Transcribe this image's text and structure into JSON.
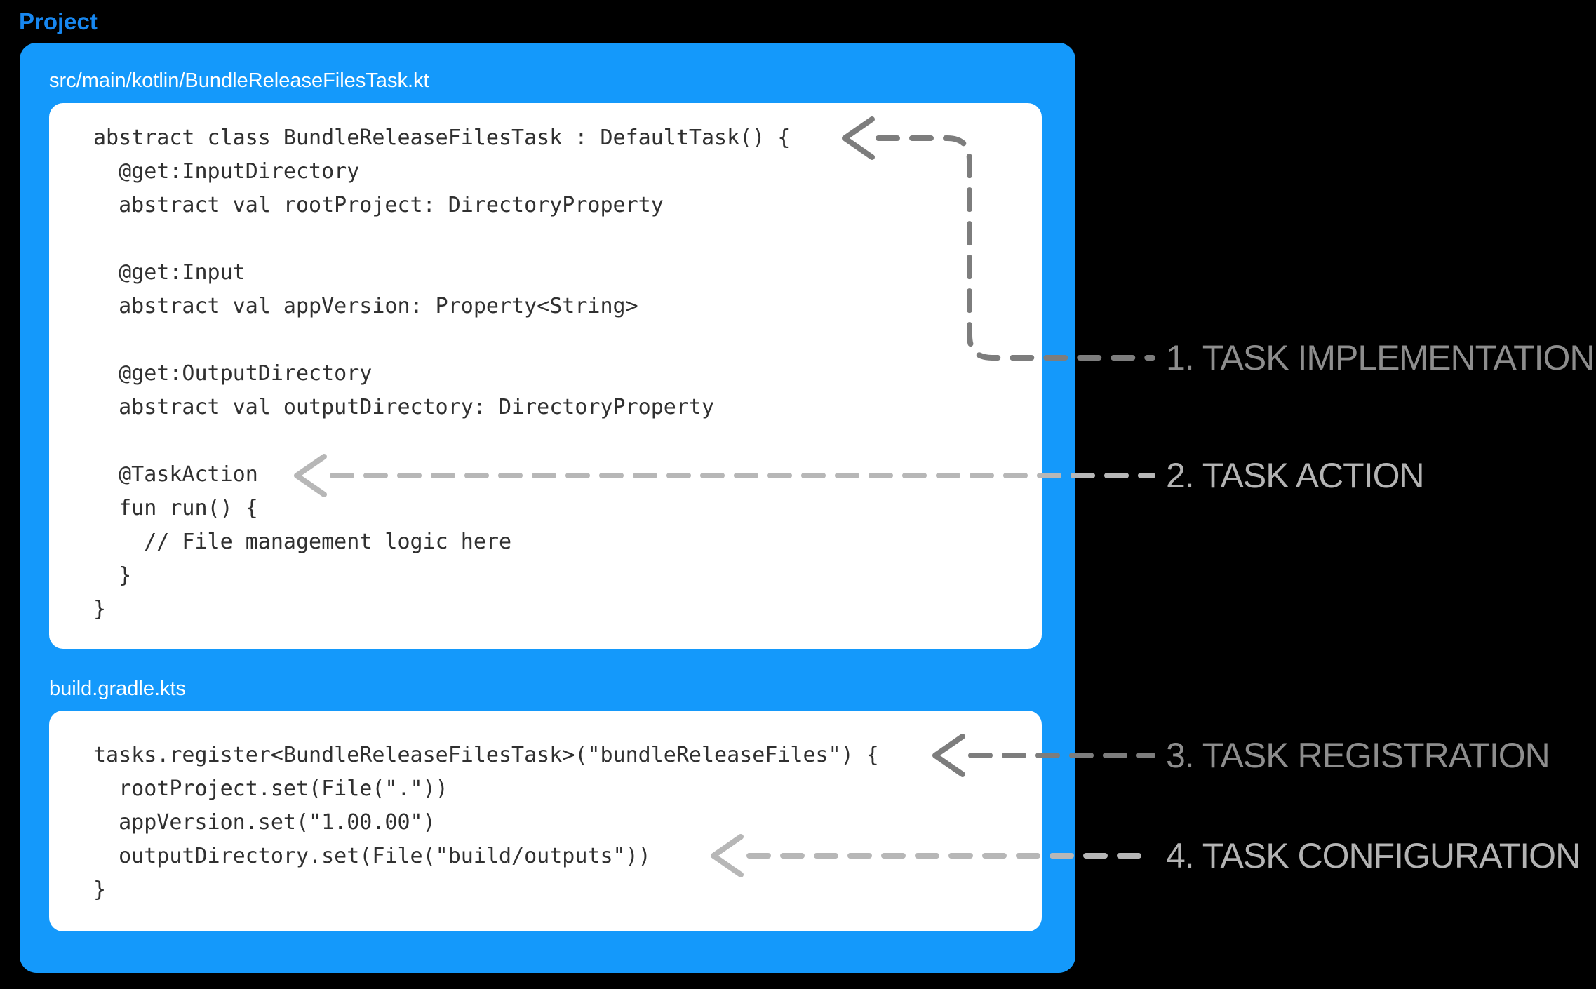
{
  "page_title": "Project",
  "colors": {
    "background": "#000000",
    "container_blue": "#1499fb",
    "project_label_blue": "#1787f0",
    "box_white": "#ffffff",
    "code_text": "#303030",
    "file_label_text": "#ffffff",
    "arrow_dark": "#7d7d7d",
    "arrow_light": "#b7b7b7",
    "annotation_dark": "#8d8d8d",
    "annotation_light": "#b3b3b3"
  },
  "files": [
    {
      "path": "src/main/kotlin/BundleReleaseFilesTask.kt",
      "code": "abstract class BundleReleaseFilesTask : DefaultTask() {\n  @get:InputDirectory\n  abstract val rootProject: DirectoryProperty\n\n  @get:Input\n  abstract val appVersion: Property<String>\n\n  @get:OutputDirectory\n  abstract val outputDirectory: DirectoryProperty\n\n  @TaskAction\n  fun run() {\n    // File management logic here\n  }\n}"
    },
    {
      "path": "build.gradle.kts",
      "code": "tasks.register<BundleReleaseFilesTask>(\"bundleReleaseFiles\") {\n  rootProject.set(File(\".\"))\n  appVersion.set(\"1.00.00\")\n  outputDirectory.set(File(\"build/outputs\"))\n}"
    }
  ],
  "annotations": [
    {
      "label": "1. TASK IMPLEMENTATION",
      "tone": "dark",
      "points_to": "class declaration"
    },
    {
      "label": "2. TASK ACTION",
      "tone": "light",
      "points_to": "@TaskAction"
    },
    {
      "label": "3. TASK REGISTRATION",
      "tone": "dark",
      "points_to": "tasks.register line"
    },
    {
      "label": "4. TASK CONFIGURATION",
      "tone": "light",
      "points_to": "outputDirectory.set line"
    }
  ]
}
